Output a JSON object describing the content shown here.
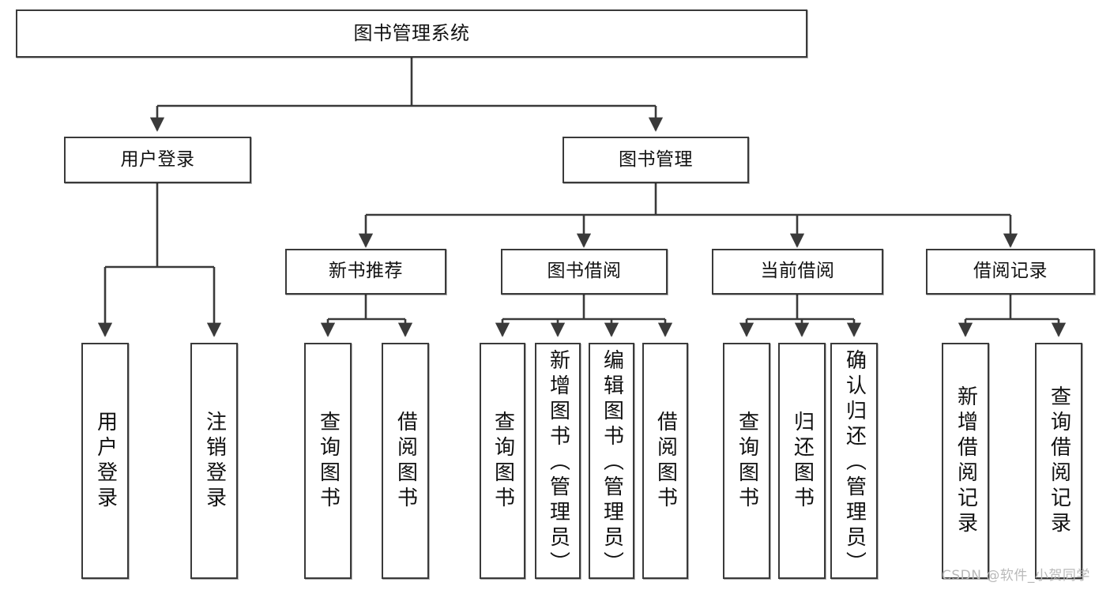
{
  "diagram": {
    "title": "图书管理系统",
    "type": "functional-structure-tree",
    "watermark": "CSDN @软件_小贺同学",
    "colors": {
      "background": "#ffffff",
      "node_border": "#3a3a3a",
      "node_fill": "#ffffff",
      "text": "#111111",
      "edge": "#3a3a3a",
      "watermark": "#b9b9b9"
    },
    "levels": {
      "root": {
        "label": "图书管理系统"
      },
      "level2": [
        {
          "label": "用户登录"
        },
        {
          "label": "图书管理"
        }
      ],
      "level3": [
        {
          "label": "新书推荐"
        },
        {
          "label": "图书借阅"
        },
        {
          "label": "当前借阅"
        },
        {
          "label": "借阅记录"
        }
      ],
      "leaves": {
        "user_login": [
          {
            "label": "用户登录"
          },
          {
            "label": "注销登录"
          }
        ],
        "new_book_recommend": [
          {
            "label": "查询图书"
          },
          {
            "label": "借阅图书"
          }
        ],
        "book_borrow": [
          {
            "label": "查询图书"
          },
          {
            "label": "新增图书（管理员）"
          },
          {
            "label": "编辑图书（管理员）"
          },
          {
            "label": "借阅图书"
          }
        ],
        "current_borrow": [
          {
            "label": "查询图书"
          },
          {
            "label": "归还图书"
          },
          {
            "label": "确认归还（管理员）"
          }
        ],
        "borrow_record": [
          {
            "label": "新增借阅记录"
          },
          {
            "label": "查询借阅记录"
          }
        ]
      }
    }
  }
}
